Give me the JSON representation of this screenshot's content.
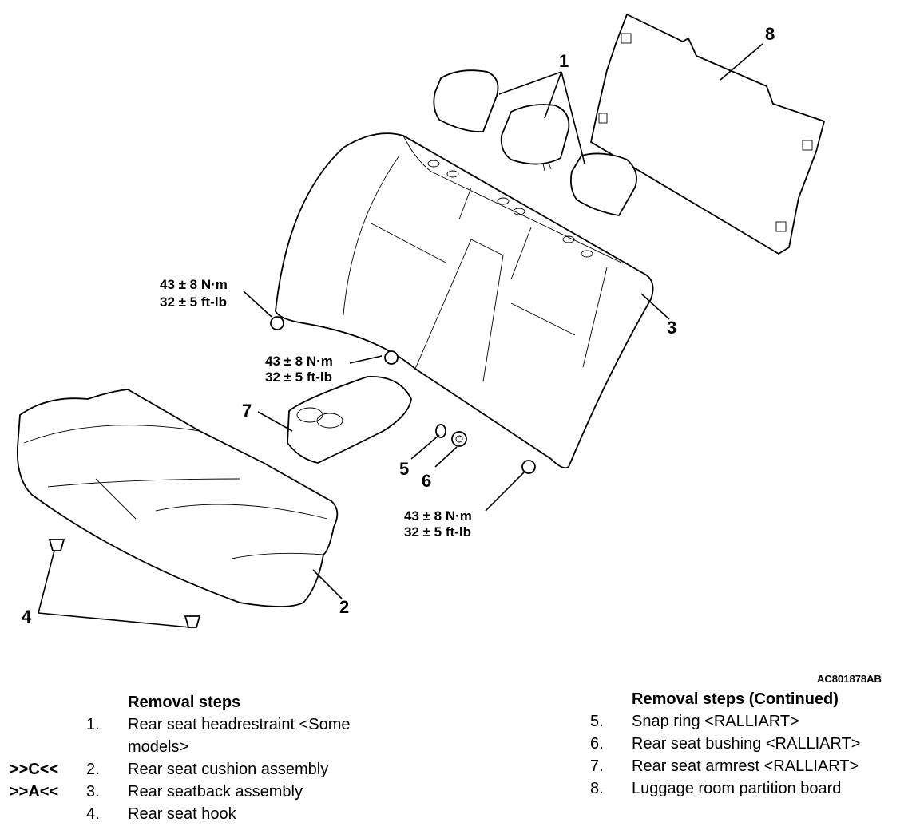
{
  "figure_id": "AC801878AB",
  "callouts": {
    "c1": "1",
    "c2": "2",
    "c3": "3",
    "c4": "4",
    "c5": "5",
    "c6": "6",
    "c7": "7",
    "c8": "8"
  },
  "torque_specs": [
    {
      "nm": "43 ± 8 N·m",
      "ftlb": "32 ± 5 ft-lb"
    },
    {
      "nm": "43 ± 8 N·m",
      "ftlb": "32 ± 5 ft-lb"
    },
    {
      "nm": "43 ± 8 N·m",
      "ftlb": "32 ± 5 ft-lb"
    }
  ],
  "removal_steps": {
    "heading": "Removal steps",
    "items": [
      {
        "tag": "",
        "num": "1.",
        "text": "Rear seat headrestraint <Some",
        "text2": "models>"
      },
      {
        "tag": ">>C<<",
        "num": "2.",
        "text": "Rear seat cushion assembly"
      },
      {
        "tag": ">>A<<",
        "num": "3.",
        "text": "Rear seatback assembly"
      },
      {
        "tag": "",
        "num": "4.",
        "text": "Rear seat hook"
      }
    ]
  },
  "removal_steps_continued": {
    "heading": "Removal steps (Continued)",
    "items": [
      {
        "num": "5.",
        "text": "Snap ring <RALLIART>"
      },
      {
        "num": "6.",
        "text": "Rear seat bushing <RALLIART>"
      },
      {
        "num": "7.",
        "text": "Rear seat armrest <RALLIART>"
      },
      {
        "num": "8.",
        "text": "Luggage room partition board"
      }
    ]
  }
}
